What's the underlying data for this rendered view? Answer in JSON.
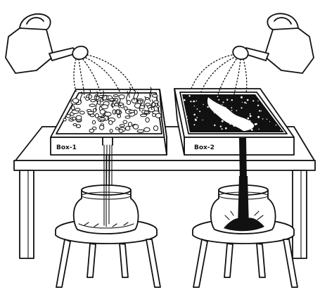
{
  "diagram": {
    "boxes": [
      {
        "label": "Box-1",
        "content": "pebbles-and-plants"
      },
      {
        "label": "Box-2",
        "content": "bare-soil"
      }
    ],
    "colors": {
      "ink": "#111111",
      "paper": "#ffffff"
    }
  }
}
